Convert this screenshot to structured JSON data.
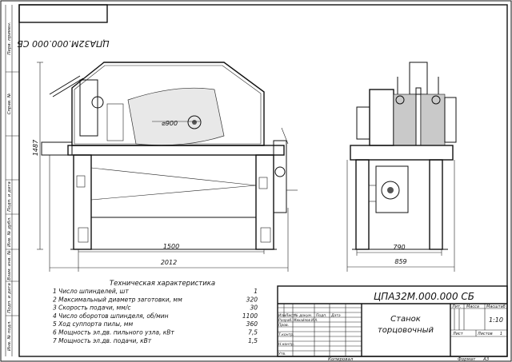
{
  "drawing": {
    "code_rotated": "ЦПА32М.000.000 СБ",
    "code": "ЦПА32М.000.000 СБ",
    "title_line1": "Станок",
    "title_line2": "торцовочный",
    "scale": "1:10",
    "sheet_label": "Лист",
    "sheets_label": "Листов",
    "sheets_value": "1",
    "format_label": "Формат",
    "format_value": "А3",
    "copied_label": "Копировал"
  },
  "stamp_headers": {
    "izm": "Изм",
    "list": "Лист",
    "doc_no": "№ докум.",
    "podp": "Подп.",
    "data": "Дата",
    "razrab": "Разраб.",
    "prov": "Пров.",
    "tkontr": "Т.контр.",
    "nkontr": "Н.контр.",
    "utv": "Утв.",
    "lit": "Лит.",
    "massa": "Масса",
    "masshtab": "Масштаб",
    "razrab_name": "Михайлов И.А."
  },
  "side_strip": {
    "perv_primen": "Перв. примен.",
    "sprav_no": "Справ. №",
    "podp_data_1": "Подп. и дата",
    "inv_dubl": "Инв. № дубл.",
    "vzam_inv": "Взам. инв. №",
    "podp_data_2": "Подп. и дата",
    "inv_podl": "Инв. № подл."
  },
  "dimensions": {
    "height": "1487",
    "diameter": "⌀900",
    "d1500": "1500",
    "d2012": "2012",
    "d790": "790",
    "d859": "859"
  },
  "specs": {
    "heading": "Техническая характеристика",
    "rows": [
      {
        "label": "1  Число шпинделей, шт",
        "value": "1"
      },
      {
        "label": "2  Максимальный диаметр заготовки, мм",
        "value": "320"
      },
      {
        "label": "3  Скорость подачи, мм/с",
        "value": "30"
      },
      {
        "label": "4  Число оборотов шпинделя, об/мин",
        "value": "1100"
      },
      {
        "label": "5  Ход суппорта пилы, мм",
        "value": "360"
      },
      {
        "label": "6  Мощность эл.дв. пильного узла, кВт",
        "value": "7,5"
      },
      {
        "label": "7  Мощность эл.дв. подачи, кВт",
        "value": "1,5"
      }
    ]
  }
}
